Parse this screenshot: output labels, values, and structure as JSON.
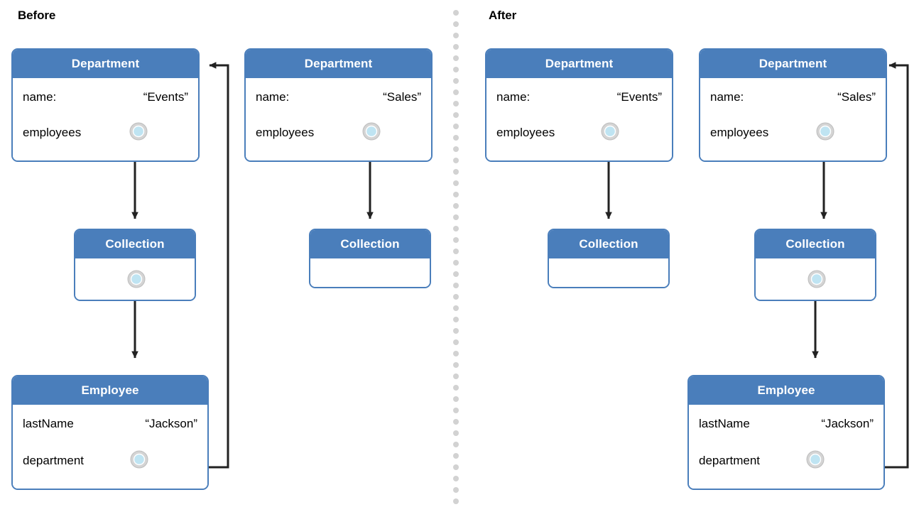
{
  "panels": [
    {
      "id": "before",
      "title": "Before"
    },
    {
      "id": "after",
      "title": "After"
    }
  ],
  "colors": {
    "header_blue": "#4a7ebb",
    "border_blue": "#4a7ebb",
    "connector_fill": "#bfe4f2",
    "connector_ring": "#c8c8c8",
    "line_black": "#222222",
    "divider_dot": "#d2d2d2",
    "box_background": "#ffffff",
    "text_black": "#000000",
    "header_text": "#ffffff"
  },
  "labels": {
    "department": "Department",
    "collection": "Collection",
    "employee": "Employee",
    "name_key": "name:",
    "employees_key": "employees",
    "lastname_key": "lastName",
    "department_key": "department",
    "events_value": "“Events”",
    "sales_value": "“Sales”",
    "jackson_value": "“Jackson”"
  },
  "before": {
    "dept_events": {
      "title": "Department",
      "rows": [
        {
          "key": "name:",
          "value": "“Events”",
          "has_connector": false
        },
        {
          "key": "employees",
          "value": "",
          "has_connector": true
        }
      ]
    },
    "dept_sales": {
      "title": "Department",
      "rows": [
        {
          "key": "name:",
          "value": "“Sales”",
          "has_connector": false
        },
        {
          "key": "employees",
          "value": "",
          "has_connector": true
        }
      ]
    },
    "collection_filled": {
      "title": "Collection",
      "has_connector": true
    },
    "collection_empty": {
      "title": "Collection",
      "has_connector": false
    },
    "employee": {
      "title": "Employee",
      "rows": [
        {
          "key": "lastName",
          "value": "“Jackson”",
          "has_connector": false
        },
        {
          "key": "department",
          "value": "",
          "has_connector": true
        }
      ]
    }
  },
  "after": {
    "dept_events": {
      "title": "Department",
      "rows": [
        {
          "key": "name:",
          "value": "“Events”",
          "has_connector": false
        },
        {
          "key": "employees",
          "value": "",
          "has_connector": true
        }
      ]
    },
    "dept_sales": {
      "title": "Department",
      "rows": [
        {
          "key": "name:",
          "value": "“Sales”",
          "has_connector": false
        },
        {
          "key": "employees",
          "value": "",
          "has_connector": true
        }
      ]
    },
    "collection_empty": {
      "title": "Collection",
      "has_connector": false
    },
    "collection_filled": {
      "title": "Collection",
      "has_connector": true
    },
    "employee": {
      "title": "Employee",
      "rows": [
        {
          "key": "lastName",
          "value": "“Jackson”",
          "has_connector": false
        },
        {
          "key": "department",
          "value": "",
          "has_connector": true
        }
      ]
    }
  }
}
